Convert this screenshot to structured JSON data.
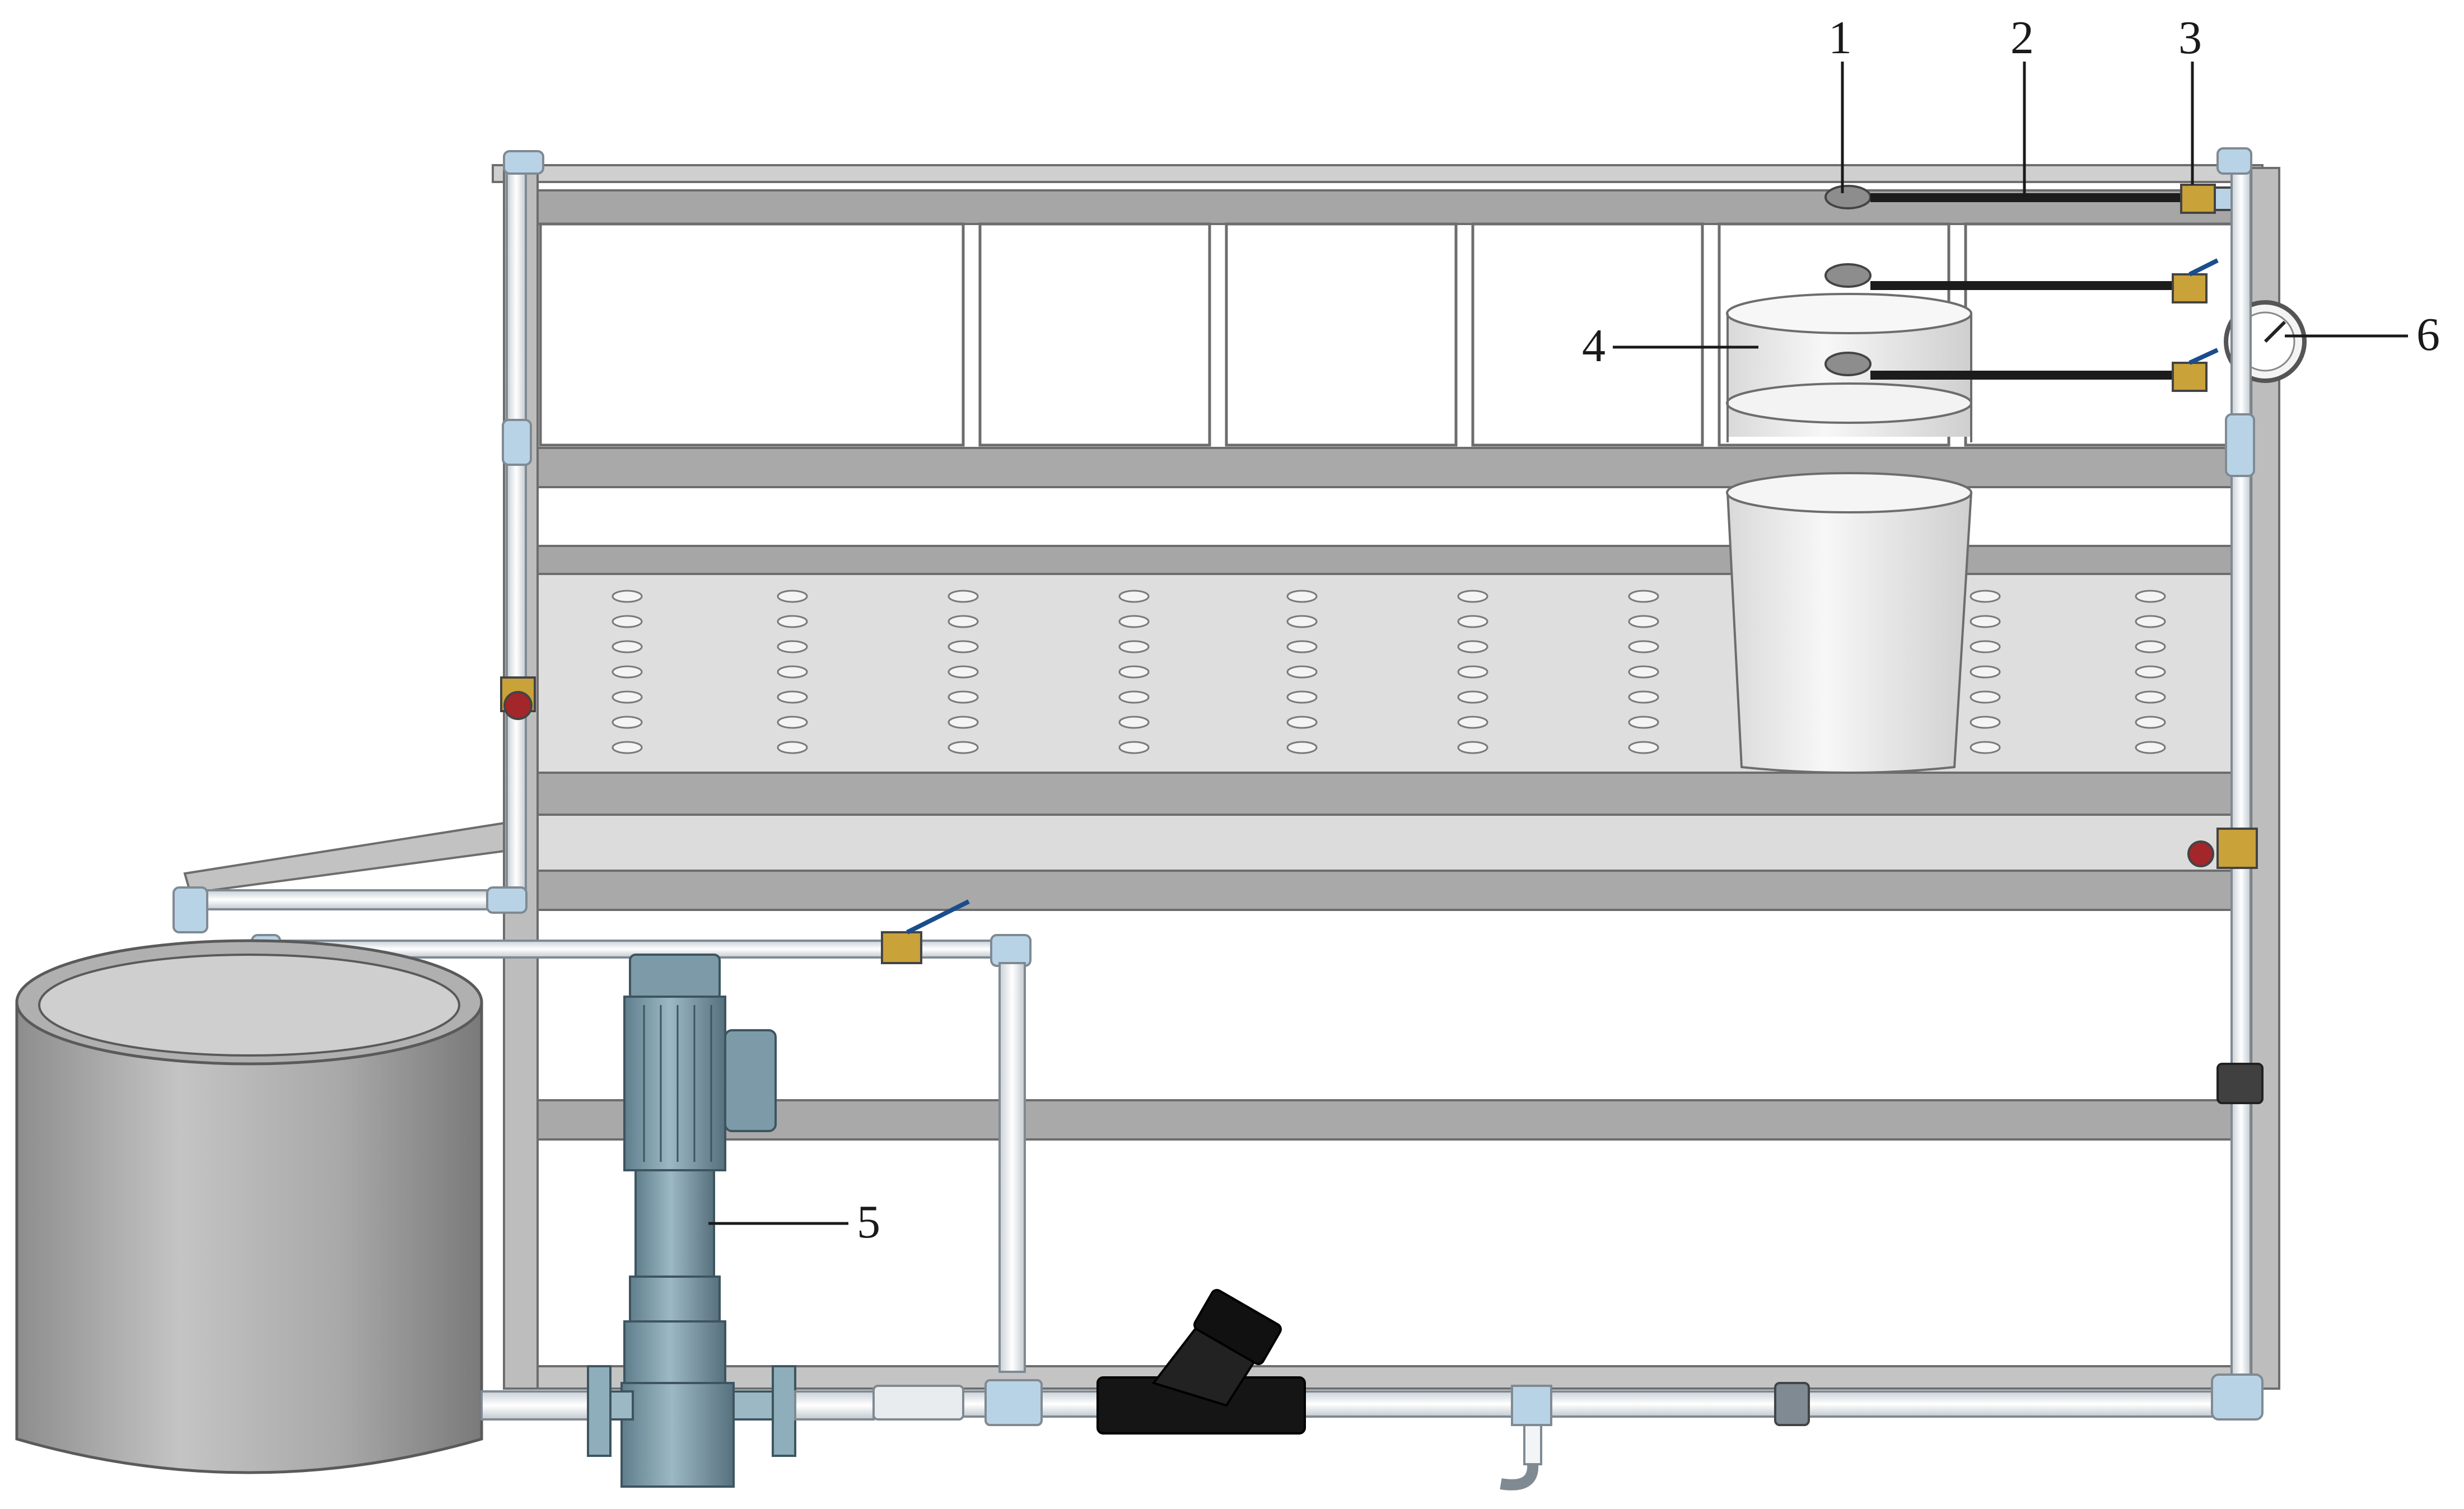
{
  "diagram": {
    "callouts": [
      {
        "id": "1",
        "text": "1"
      },
      {
        "id": "2",
        "text": "2"
      },
      {
        "id": "3",
        "text": "3"
      },
      {
        "id": "4",
        "text": "4"
      },
      {
        "id": "5",
        "text": "5"
      },
      {
        "id": "6",
        "text": "6"
      }
    ]
  },
  "colors": {
    "frame_light": "#d8d8d8",
    "frame_mid": "#a8a8a8",
    "frame_dark": "#707070",
    "pipe": "#f2f4f6",
    "pipe_edge": "#7f8a93",
    "fitting": "#b9d3e6",
    "motor": "#7d9aa8",
    "hose": "#1c1c1c",
    "valve_red": "#a3262b",
    "valve_brass": "#c9a23a",
    "tank": "#b5b5b5",
    "filter": "#151515"
  }
}
